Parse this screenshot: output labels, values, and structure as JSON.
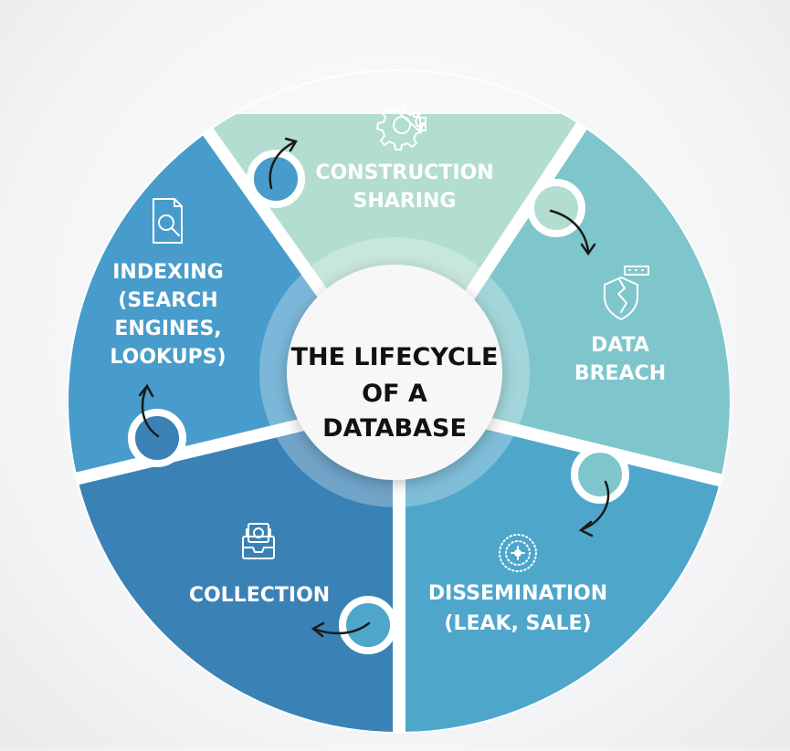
{
  "center": {
    "line1": "THE LIFECYCLE",
    "line2": "OF A",
    "line3": "DATABASE"
  },
  "segments": [
    {
      "id": "construction",
      "lines": [
        "CONSTRUCTION",
        "SHARING"
      ],
      "color": "#b2ddd0",
      "icon": "gear-cubes-icon"
    },
    {
      "id": "data-breach",
      "lines": [
        "DATA",
        "BREACH"
      ],
      "color": "#7fc6cc",
      "icon": "shield-hack-icon"
    },
    {
      "id": "dissemination",
      "lines": [
        "DISSEMINATION",
        "(LEAK, SALE)"
      ],
      "color": "#4ea6cb",
      "icon": "network-dots-icon"
    },
    {
      "id": "collection",
      "lines": [
        "COLLECTION"
      ],
      "color": "#3a82b5",
      "icon": "archive-box-icon"
    },
    {
      "id": "indexing",
      "lines": [
        "INDEXING",
        "(SEARCH",
        "ENGINES,",
        "LOOKUPS)"
      ],
      "color": "#489ccb",
      "icon": "document-search-icon"
    }
  ],
  "colors": {
    "center_fill": "#f7f7f7",
    "center_text": "#111111",
    "label_text": "#ffffff",
    "arrow": "#1a1a1a",
    "divider": "#ffffff"
  }
}
